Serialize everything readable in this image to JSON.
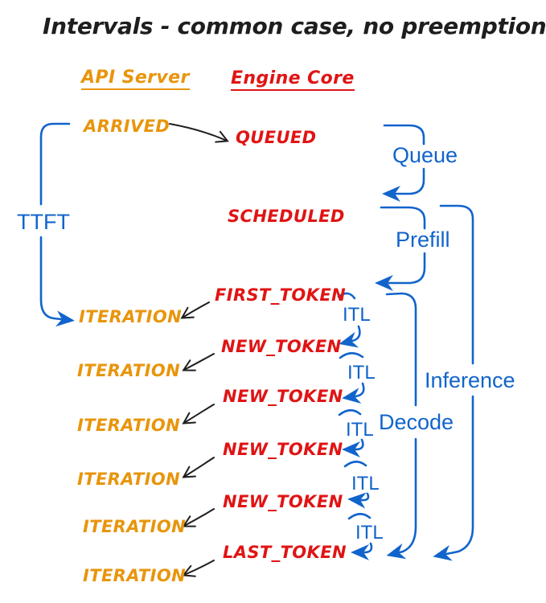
{
  "title": "Intervals - common case, no preemptions",
  "columns": {
    "api_server": "API Server",
    "engine_core": "Engine Core"
  },
  "events": {
    "arrived": "ARRIVED",
    "queued": "QUEUED",
    "scheduled": "SCHEDULED",
    "first_token": "FIRST_TOKEN",
    "new_token": "NEW_TOKEN",
    "last_token": "LAST_TOKEN",
    "iteration": "ITERATION"
  },
  "intervals": {
    "ttft": "TTFT",
    "queue": "Queue",
    "prefill": "Prefill",
    "itl": "ITL",
    "decode": "Decode",
    "inference": "Inference"
  },
  "colors": {
    "api_orange": "#e8950c",
    "engine_red": "#e01414",
    "interval_blue": "#1164cb",
    "arrow_black": "#1e1e1e",
    "background": "#ffffff"
  }
}
